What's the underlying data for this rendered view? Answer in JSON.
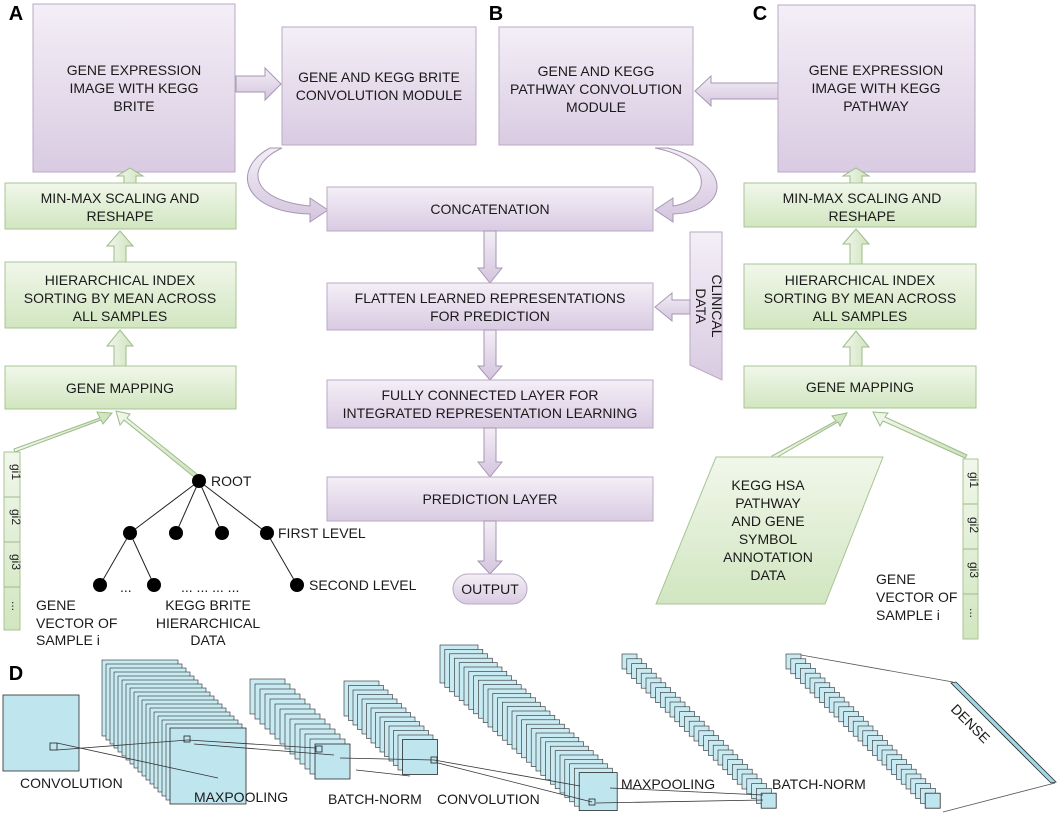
{
  "panels": {
    "a": "A",
    "b": "B",
    "c": "C",
    "d": "D"
  },
  "panel_a": {
    "expr_image": [
      "GENE EXPRESSION",
      "IMAGE WITH KEGG",
      "BRITE"
    ],
    "minmax": [
      "MIN-MAX SCALING AND",
      "RESHAPE"
    ],
    "hier_index": [
      "HIERARCHICAL INDEX",
      "SORTING BY MEAN ACROSS",
      "ALL SAMPLES"
    ],
    "gene_mapping": "GENE MAPPING",
    "vector_cells": [
      "gi1",
      "gi2",
      "gi3",
      "..."
    ],
    "gene_vector_label": [
      "GENE",
      "VECTOR OF",
      "SAMPLE i"
    ],
    "tree": {
      "root": "ROOT",
      "first_level": "FIRST LEVEL",
      "second_level": "SECOND LEVEL",
      "dots_left": "...",
      "dots_right": "... ... ... ...",
      "caption": [
        "KEGG BRITE",
        "HIERARCHICAL",
        "DATA"
      ]
    }
  },
  "panel_b": {
    "brite_module": [
      "GENE AND KEGG BRITE",
      "CONVOLUTION MODULE"
    ],
    "pathway_module": [
      "GENE AND KEGG",
      "PATHWAY CONVOLUTION",
      "MODULE"
    ],
    "concatenation": "CONCATENATION",
    "flatten": [
      "FLATTEN LEARNED REPRESENTATIONS",
      "FOR PREDICTION"
    ],
    "clinical": [
      "CLINICAL",
      "DATA"
    ],
    "fully_connected": [
      "FULLY CONNECTED LAYER FOR",
      "INTEGRATED REPRESENTATION LEARNING"
    ],
    "prediction": "PREDICTION LAYER",
    "output": "OUTPUT"
  },
  "panel_c": {
    "expr_image": [
      "GENE EXPRESSION",
      "IMAGE WITH KEGG",
      "PATHWAY"
    ],
    "minmax": [
      "MIN-MAX SCALING AND",
      "RESHAPE"
    ],
    "hier_index": [
      "HIERARCHICAL INDEX",
      "SORTING BY MEAN ACROSS",
      "ALL SAMPLES"
    ],
    "gene_mapping": "GENE MAPPING",
    "annotation": [
      "KEGG HSA",
      "PATHWAY",
      "AND GENE",
      "SYMBOL",
      "ANNOTATION",
      "DATA"
    ],
    "vector_cells": [
      "gi1",
      "gi2",
      "gi3",
      "..."
    ],
    "gene_vector_label": [
      "GENE",
      "VECTOR OF",
      "SAMPLE i"
    ]
  },
  "panel_d": {
    "convolution_1": "CONVOLUTION",
    "maxpooling_1": "MAXPOOLING",
    "batchnorm_1": "BATCH-NORM",
    "convolution_2": "CONVOLUTION",
    "maxpooling_2": "MAXPOOLING",
    "batchnorm_2": "BATCH-NORM",
    "dense": "DENSE"
  },
  "colors": {
    "purple_box": "#e3d7ea",
    "green_box": "#e2efd6",
    "feature_map": "#bfe6ef"
  }
}
